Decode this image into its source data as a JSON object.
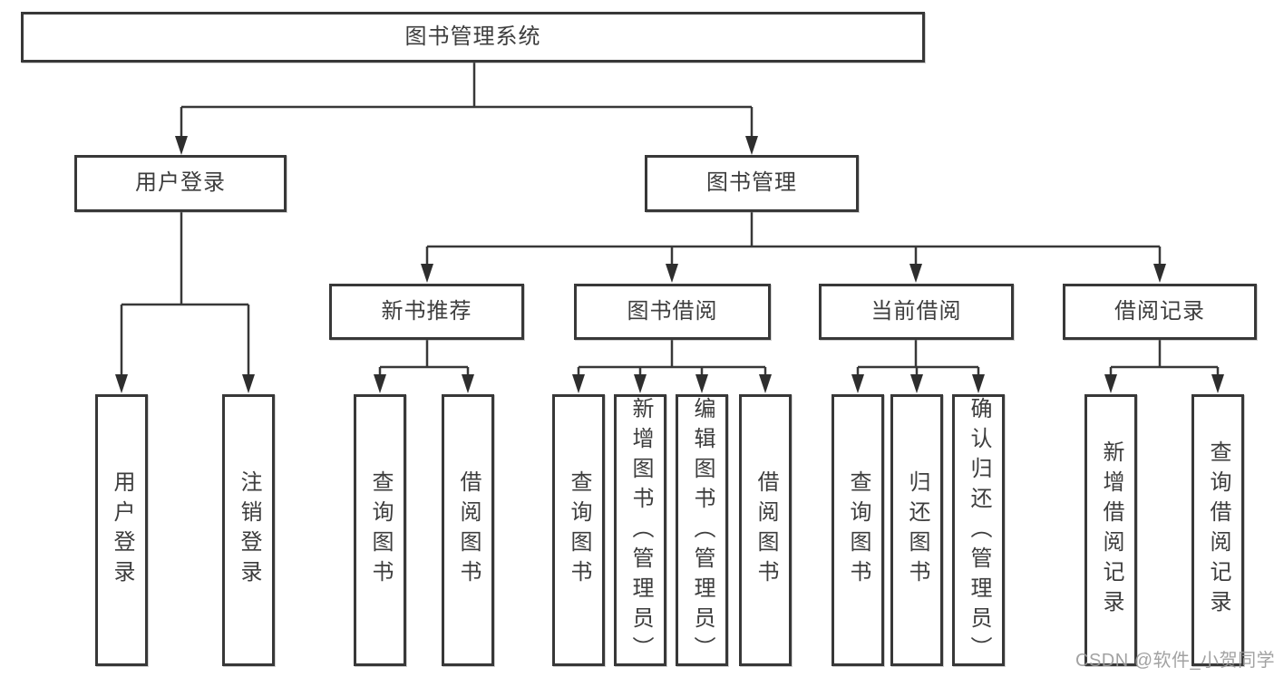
{
  "tree": {
    "root": "图书管理系统",
    "branches": [
      {
        "label": "用户登录",
        "children": [
          "用户登录",
          "注销登录"
        ]
      },
      {
        "label": "图书管理",
        "sections": [
          {
            "label": "新书推荐",
            "children": [
              "查询图书",
              "借阅图书"
            ]
          },
          {
            "label": "图书借阅",
            "children": [
              "查询图书",
              "新增图书（管理员）",
              "编辑图书（管理员）",
              "借阅图书"
            ]
          },
          {
            "label": "当前借阅",
            "children": [
              "查询图书",
              "归还图书",
              "确认归还（管理员）"
            ]
          },
          {
            "label": "借阅记录",
            "children": [
              "新增借阅记录",
              "查询借阅记录"
            ]
          }
        ]
      }
    ]
  },
  "watermark": "CSDN @软件_小贺同学",
  "colors": {
    "line": "#383838",
    "box_border": "#383838",
    "text": "#3d3d3d",
    "background": "#ffffff",
    "watermark": "#9b9b9b"
  }
}
